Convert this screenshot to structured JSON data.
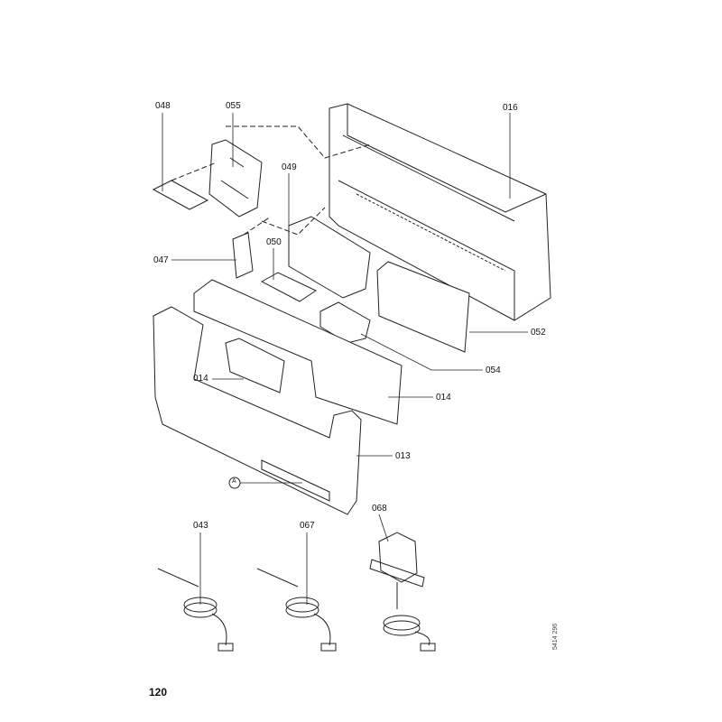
{
  "diagram": {
    "labels": {
      "p048": "048",
      "p055": "055",
      "p016": "016",
      "p049": "049",
      "p047": "047",
      "p050": "050",
      "p052": "052",
      "p054": "054",
      "p014a": "014",
      "p014b": "014",
      "p013": "013",
      "pA": "A",
      "p043": "043",
      "p067": "067",
      "p068": "068"
    },
    "page_number": "120",
    "drawing_code": "5414 296"
  }
}
